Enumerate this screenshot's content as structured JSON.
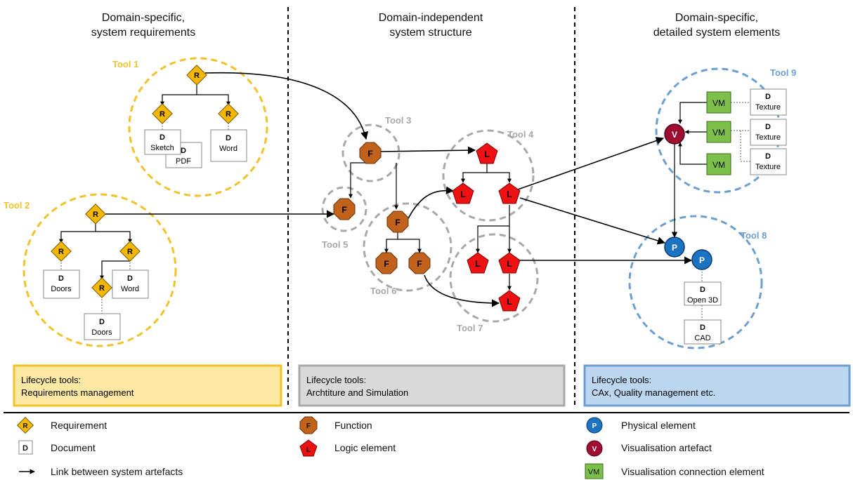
{
  "columns": {
    "left": {
      "line1": "Domain-specific,",
      "line2": "system requirements"
    },
    "middle": {
      "line1": "Domain-independent",
      "line2": "system structure"
    },
    "right": {
      "line1": "Domain-specific,",
      "line2": "detailed system elements"
    }
  },
  "tools": {
    "t1": "Tool 1",
    "t2": "Tool 2",
    "t3": "Tool 3",
    "t4": "Tool 4",
    "t5": "Tool 5",
    "t6": "Tool 6",
    "t7": "Tool 7",
    "t8": "Tool 8",
    "t9": "Tool 9"
  },
  "node_letters": {
    "requirement": "R",
    "function": "F",
    "logic": "L",
    "physical": "P",
    "visualisation": "V",
    "document": "D",
    "vm": "VM"
  },
  "documents": {
    "sketch": "Sketch",
    "pdf": "PDF",
    "word": "Word",
    "doors": "Doors",
    "texture": "Texture",
    "open3d": "Open 3D",
    "cad": "CAD"
  },
  "lifecycle": {
    "left": {
      "line1": "Lifecycle tools:",
      "line2": "Requirements management"
    },
    "middle": {
      "line1": "Lifecycle tools:",
      "line2": "Archtiture and Simulation"
    },
    "right": {
      "line1": "Lifecycle tools:",
      "line2": "CAx, Quality management etc."
    }
  },
  "legend": {
    "requirement": "Requirement",
    "document": "Document",
    "link": "Link between system artefacts",
    "function": "Function",
    "logic": "Logic element",
    "physical": "Physical element",
    "visualisation": "Visualisation artefact",
    "vm": "Visualisation connection element"
  },
  "colors": {
    "requirement": "#f5b800",
    "function": "#c0621b",
    "logic": "#ee1111",
    "physical": "#1b73c2",
    "visualisation": "#a00d33",
    "vm": "#7cc04a",
    "tool_yellow": "#f2c22a",
    "tool_gray": "#a8a8a8",
    "tool_blue": "#6b9fd0"
  }
}
